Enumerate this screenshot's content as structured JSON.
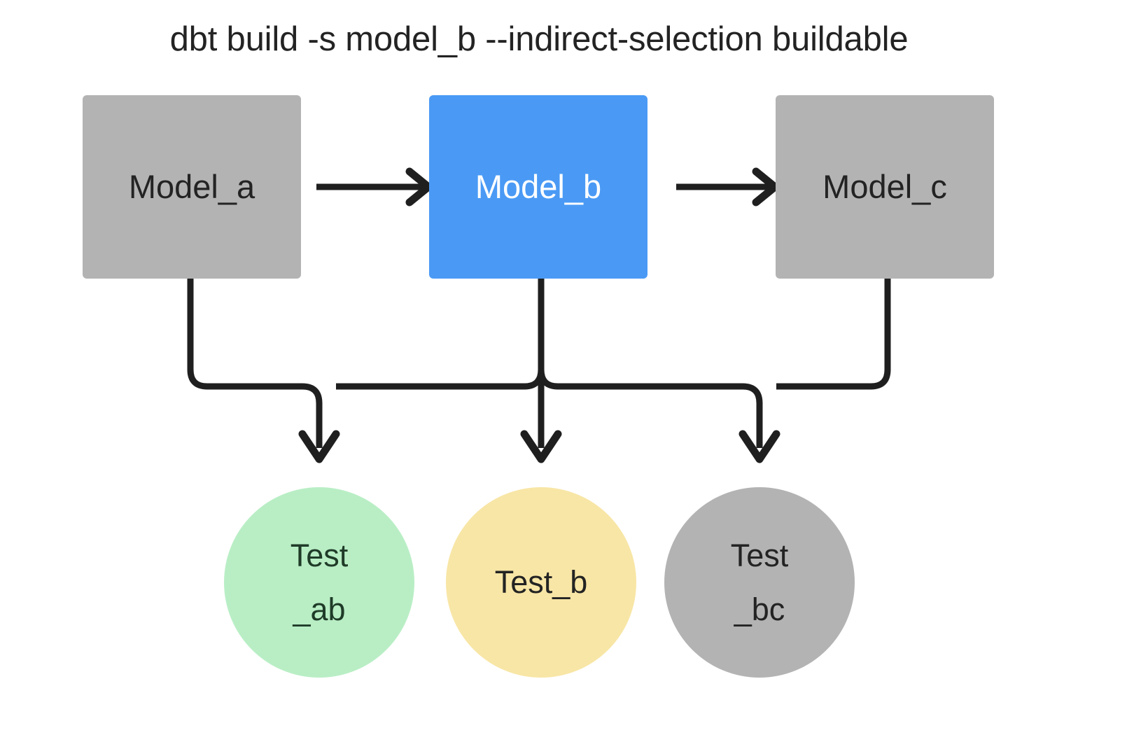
{
  "title": "dbt build -s model_b --indirect-selection buildable",
  "colors": {
    "background": "#ffffff",
    "model_default": "#b3b3b3",
    "model_selected": "#4a9af5",
    "test_pass": "#b9eec5",
    "test_warn": "#f8e6a6",
    "test_default": "#b3b3b3",
    "edge": "#1f1f1f",
    "text_dark": "#232323",
    "text_light": "#ffffff",
    "text_green": "#1f3b28"
  },
  "models": [
    {
      "id": "model_a",
      "label": "Model_a",
      "fill": "#b3b3b3",
      "text_color": "#232323",
      "selected": false
    },
    {
      "id": "model_b",
      "label": "Model_b",
      "fill": "#4a9af5",
      "text_color": "#ffffff",
      "selected": true
    },
    {
      "id": "model_c",
      "label": "Model_c",
      "fill": "#b3b3b3",
      "text_color": "#232323",
      "selected": false
    }
  ],
  "tests": [
    {
      "id": "test_ab",
      "label_line1": "Test",
      "label_line2": "_ab",
      "fill": "#b9eec5",
      "text_color": "#1f3b28"
    },
    {
      "id": "test_b",
      "label_line1": "Test_b",
      "label_line2": "",
      "fill": "#f8e6a6",
      "text_color": "#232323"
    },
    {
      "id": "test_bc",
      "label_line1": "Test",
      "label_line2": "_bc",
      "fill": "#b3b3b3",
      "text_color": "#232323"
    }
  ],
  "edges": [
    {
      "id": "model_a-to-model_b",
      "from": "model_a",
      "to": "model_b",
      "kind": "horizontal-arrow"
    },
    {
      "id": "model_b-to-model_c",
      "from": "model_b",
      "to": "model_c",
      "kind": "horizontal-arrow"
    },
    {
      "id": "model_a-to-test_ab",
      "from": "model_a",
      "to": "test_ab",
      "kind": "elbow-arrow"
    },
    {
      "id": "model_b-to-test_ab",
      "from": "model_b",
      "to": "test_ab",
      "kind": "elbow-arrow"
    },
    {
      "id": "model_b-to-test_b",
      "from": "model_b",
      "to": "test_b",
      "kind": "straight-arrow"
    },
    {
      "id": "model_b-to-test_bc",
      "from": "model_b",
      "to": "test_bc",
      "kind": "elbow-arrow"
    },
    {
      "id": "model_c-to-test_bc",
      "from": "model_c",
      "to": "test_bc",
      "kind": "elbow-arrow"
    }
  ]
}
